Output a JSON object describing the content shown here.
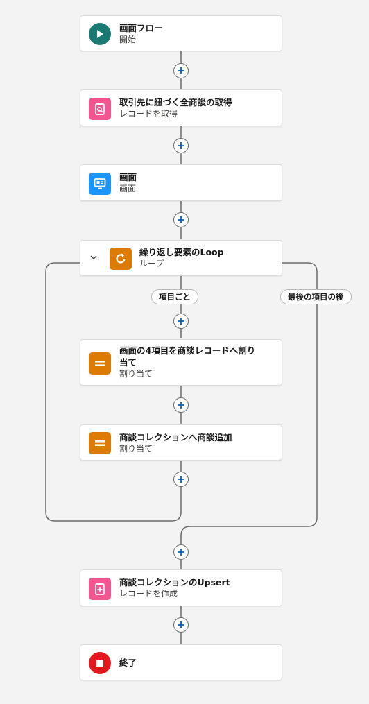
{
  "nodes": {
    "start": {
      "title": "画面フロー",
      "subtitle": "開始",
      "icon": "play-icon",
      "color": "#1a7a73"
    },
    "get": {
      "title": "取引先に紐づく全商談の取得",
      "subtitle": "レコードを取得",
      "icon": "record-lookup-icon",
      "color": "#f25590"
    },
    "screen": {
      "title": "画面",
      "subtitle": "画面",
      "icon": "screen-icon",
      "color": "#1b96ff"
    },
    "loop": {
      "title": "繰り返し要素のLoop",
      "subtitle": "ループ",
      "icon": "loop-icon",
      "color": "#dd7a01"
    },
    "assign1": {
      "title_line1": "画面の4項目を商談レコードへ割り",
      "title_line2": "当て",
      "subtitle": "割り当て",
      "icon": "assignment-icon",
      "color": "#dd7a01"
    },
    "assign2": {
      "title": "商談コレクションへ商談追加",
      "subtitle": "割り当て",
      "icon": "assignment-icon",
      "color": "#dd7a01"
    },
    "upsert": {
      "title": "商談コレクションのUpsert",
      "subtitle": "レコードを作成",
      "icon": "record-create-icon",
      "color": "#f25590"
    },
    "end": {
      "title": "終了",
      "icon": "stop-icon",
      "color": "#e3181c"
    }
  },
  "labels": {
    "for_each": "項目ごと",
    "after_last": "最後の項目の後"
  },
  "colors": {
    "connector": "#6b6b6b",
    "plus": "#0b5cab"
  }
}
